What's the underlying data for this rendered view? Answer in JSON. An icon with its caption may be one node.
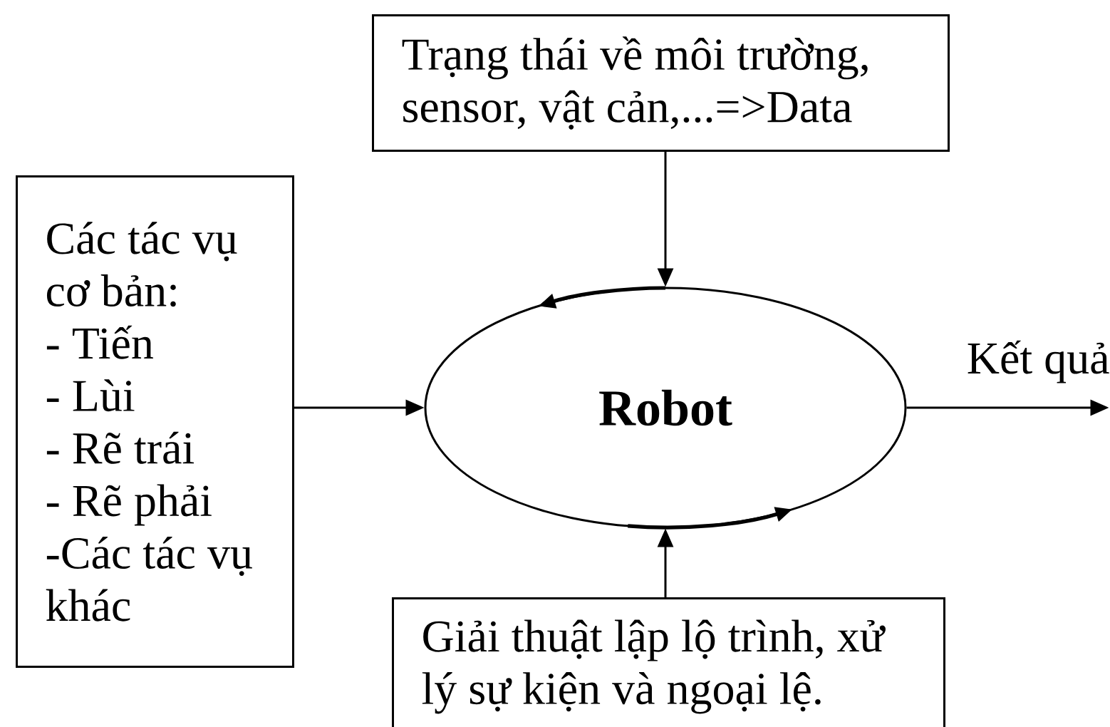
{
  "diagram": {
    "nodes": [
      {
        "text": [
          "Trạng thái về môi trường, sensor, vật cản,...=>Data"
        ]
      },
      {
        "text": [
          "Các tác vụ cơ bản:",
          "- Tiến",
          "- Lùi",
          "- Rẽ trái",
          "- Rẽ phải",
          "-Các tác vụ khác"
        ]
      },
      {
        "text": [
          "Robot"
        ]
      },
      {
        "text": [
          "Giải thuật lập lộ trình, xử lý sự kiện và ngoại lệ."
        ]
      }
    ],
    "edges": [
      {
        "from": 0,
        "to": 2,
        "arrow": "to"
      },
      {
        "from": 1,
        "to": 2,
        "arrow": "to"
      },
      {
        "from": 3,
        "to": 2,
        "arrow": "to"
      },
      {
        "from": 2,
        "to": null,
        "arrow": "to",
        "label": "Kết quả"
      }
    ]
  }
}
